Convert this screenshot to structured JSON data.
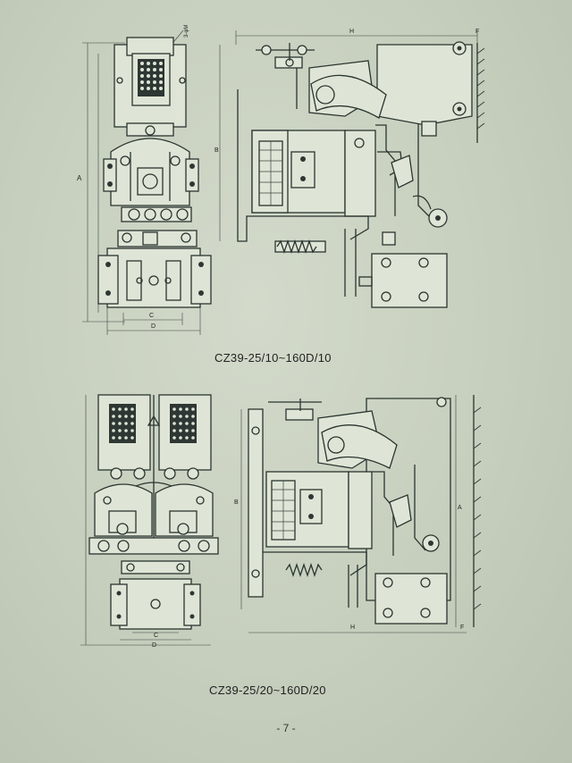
{
  "figure_1": {
    "caption": "CZ39-25/10~160D/10",
    "dims": {
      "a": "A",
      "b": "B",
      "c": "C",
      "d": "D",
      "h": "H",
      "f": "F"
    },
    "callout": "3-φM"
  },
  "figure_2": {
    "caption": "CZ39-25/20~160D/20",
    "dims": {
      "a": "A",
      "b": "B",
      "c": "C",
      "d": "D",
      "h": "H",
      "f": "F"
    }
  },
  "page_number": "- 7 -"
}
